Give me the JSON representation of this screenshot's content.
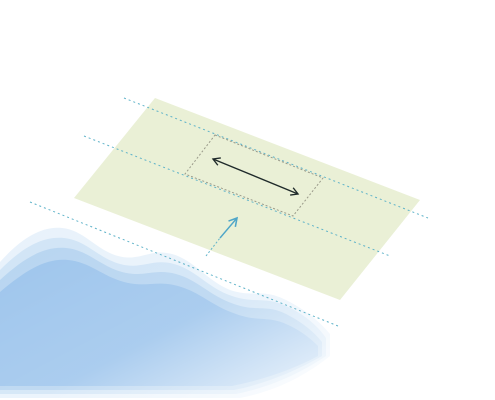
{
  "diagram": {
    "background_color": "#ffffff",
    "land_color": "#eaf0d6",
    "guide_line_color": "#5fb3c9",
    "zone_outline_color": "#9a9a8a",
    "double_arrow_color": "#1f2a2a",
    "flow_arrow_color": "#4fa6c8",
    "water_colors": [
      "#e6f1fb",
      "#c4ddf4",
      "#a6cbee",
      "#8dbbe8"
    ],
    "elements": {
      "land_plot": "land-plot",
      "guide_lines": "dotted-guide-lines",
      "zone_rectangle": "dotted-zone-rectangle",
      "double_arrow": "double-headed-arrow",
      "flow_arrow": "flow-arrow",
      "water": "wavy-water-edge"
    }
  }
}
